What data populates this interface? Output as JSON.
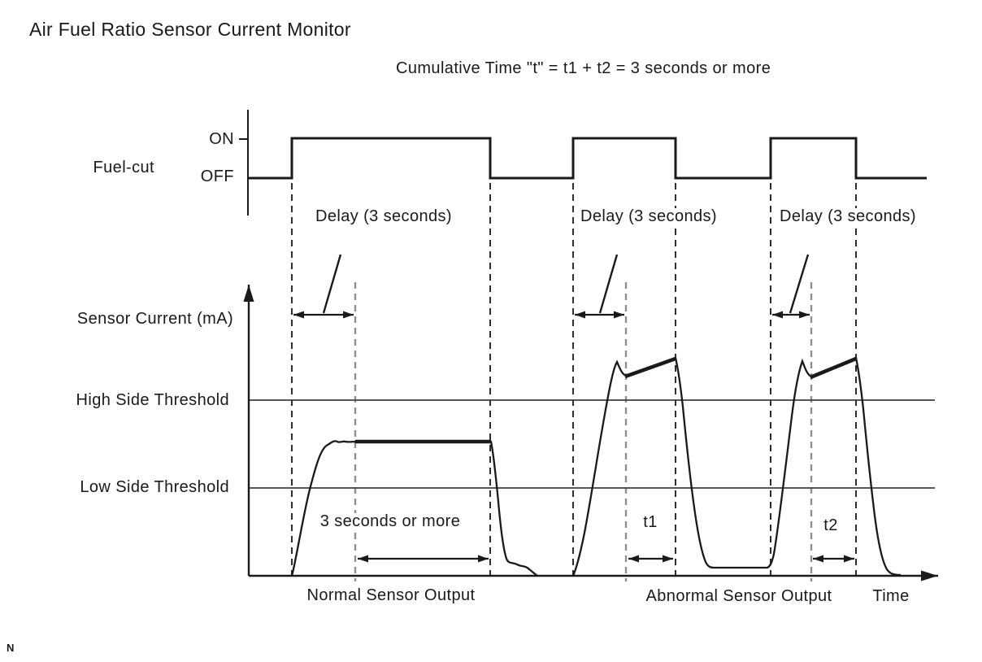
{
  "title": "Air Fuel Ratio Sensor Current Monitor",
  "subtitle": "Cumulative Time \"t\" = t1 + t2 = 3 seconds or more",
  "fuel_cut": {
    "label": "Fuel-cut",
    "on_label": "ON",
    "off_label": "OFF",
    "delay_labels": [
      "Delay (3 seconds)",
      "Delay (3 seconds)",
      "Delay (3 seconds)"
    ]
  },
  "sensor_plot": {
    "y_axis_label": "Sensor Current (mA)",
    "high_threshold_label": "High Side Threshold",
    "low_threshold_label": "Low Side Threshold",
    "normal_duration_label": "3 seconds or more",
    "t1_label": "t1",
    "t2_label": "t2"
  },
  "x_axis": {
    "normal_section_label": "Normal Sensor Output",
    "abnormal_section_label": "Abnormal Sensor Output",
    "time_label": "Time"
  },
  "footnote": "N",
  "colors": {
    "foreground": "#1a1a1a",
    "background": "#ffffff",
    "edge_dash": "#2e2e2e",
    "delay_end_dash": "#8f8f8f",
    "threshold_line": "#3f3f3f"
  },
  "diagram_data": {
    "type": "timing-diagram",
    "condition": "Cumulative Time \"t\" = t1 + t2 = 3 seconds or more",
    "signals": [
      {
        "name": "Fuel-cut",
        "levels": [
          "ON",
          "OFF"
        ],
        "pulse_count": 3,
        "annotation_after_each_rising_edge": "Delay (3 seconds)"
      },
      {
        "name": "Sensor Current (mA)",
        "reference_lines": [
          "High Side Threshold",
          "Low Side Threshold"
        ],
        "sections": [
          {
            "label": "Normal Sensor Output",
            "behavior": "output plateaus between low and high side thresholds",
            "annotation": "3 seconds or more"
          },
          {
            "label": "Abnormal Sensor Output",
            "behavior": "output peaks above high side threshold",
            "annotations": [
              "t1",
              "t2"
            ]
          }
        ],
        "x_axis_label": "Time"
      }
    ]
  }
}
